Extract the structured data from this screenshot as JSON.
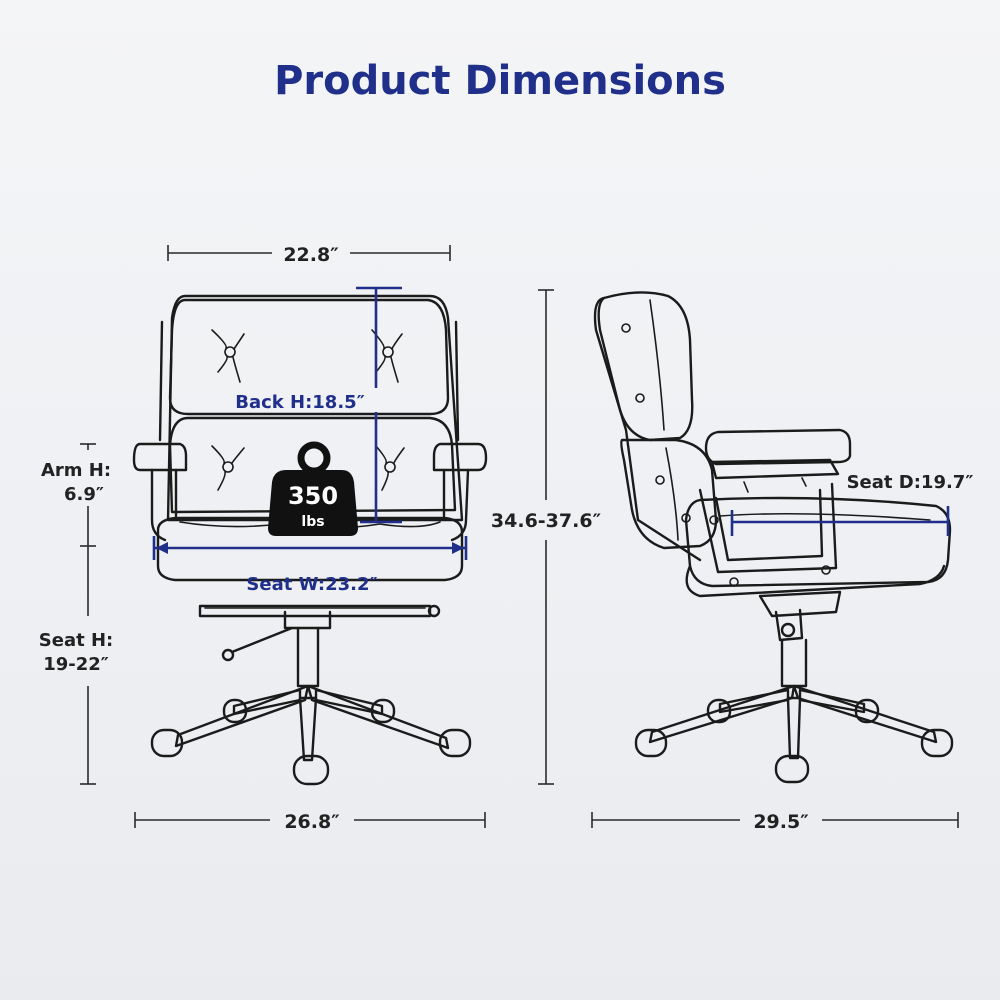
{
  "title": "Product Dimensions",
  "colors": {
    "accent": "#1f2f8a",
    "ink": "#1b1b1b",
    "weight_badge": "#111111"
  },
  "weight_badge": {
    "value": "350",
    "unit": "lbs",
    "icon": "kettlebell-weight-icon"
  },
  "front_view": {
    "back_width": "22.8″",
    "back_height": "Back H:18.5″",
    "seat_width": "Seat W:23.2″",
    "base_width": "26.8″",
    "arm_height_label": "Arm H:",
    "arm_height_value": "6.9″",
    "seat_height_label": "Seat H:",
    "seat_height_value": "19-22″",
    "overall_height": "34.6-37.6″"
  },
  "side_view": {
    "seat_depth": "Seat D:19.7″",
    "base_depth": "29.5″"
  }
}
